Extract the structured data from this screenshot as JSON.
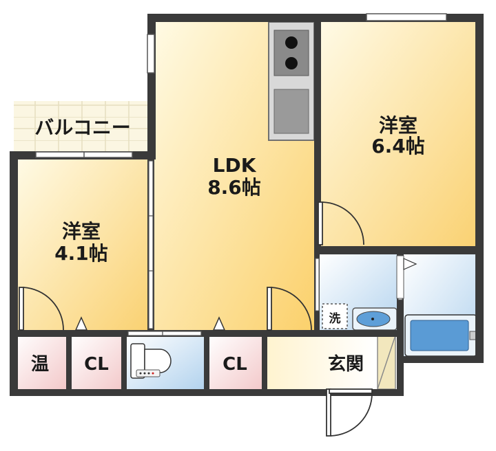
{
  "rooms": {
    "ldk": {
      "name": "LDK",
      "size": "8.6帖"
    },
    "western1": {
      "name": "洋室",
      "size": "6.4帖"
    },
    "western2": {
      "name": "洋室",
      "size": "4.1帖"
    }
  },
  "labels": {
    "balcony": "バルコニー",
    "water_heater": "温",
    "closet_left": "CL",
    "closet_right": "CL",
    "entrance": "玄関",
    "washer": "洗"
  },
  "colors": {
    "wall": "#3a3a3a",
    "room_light": "#fff8d6",
    "room_warm": "#fbd97a",
    "wet_light": "#eef5fb",
    "wet_blue": "#b9d7ee",
    "closet": "#f8dfe0",
    "tub_blue": "#5a9bd5"
  }
}
